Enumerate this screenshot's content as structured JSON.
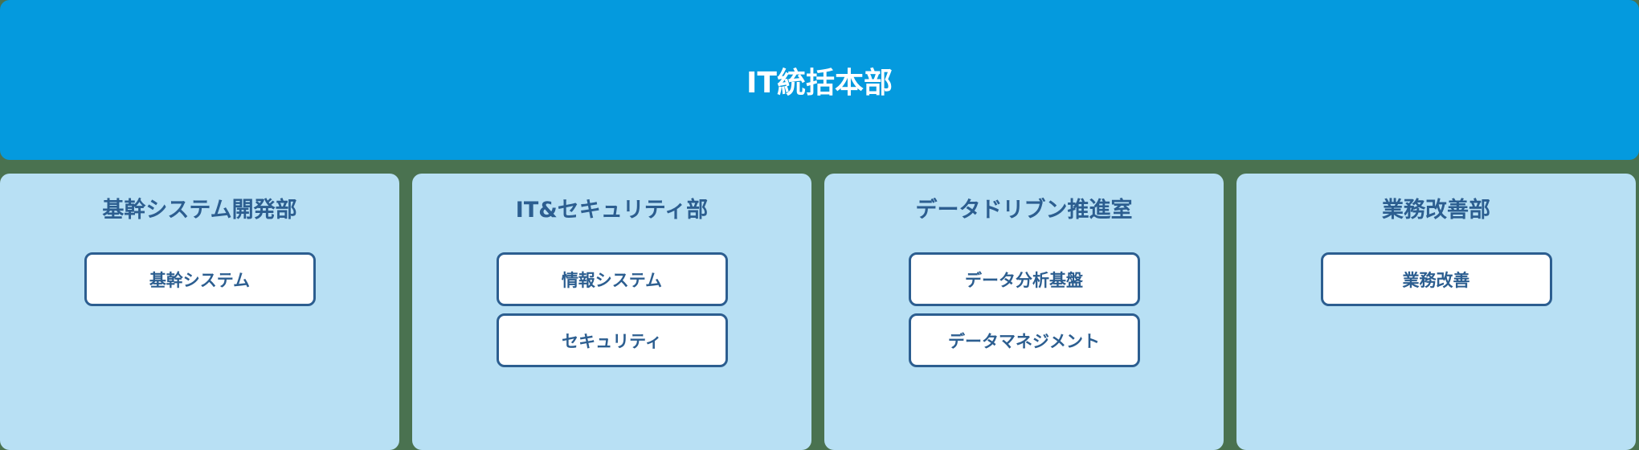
{
  "org_chart": {
    "root": {
      "label": "IT統括本部",
      "color": "#049ade",
      "text_color": "#ffffff"
    },
    "departments": [
      {
        "label": "基幹システム開発部",
        "units": [
          {
            "label": "基幹システム"
          }
        ]
      },
      {
        "label": "IT&セキュリティ部",
        "units": [
          {
            "label": "情報システム"
          },
          {
            "label": "セキュリティ"
          }
        ]
      },
      {
        "label": "データドリブン推進室",
        "units": [
          {
            "label": "データ分析基盤"
          },
          {
            "label": "データマネジメント"
          }
        ]
      },
      {
        "label": "業務改善部",
        "units": [
          {
            "label": "業務改善"
          }
        ]
      }
    ],
    "colors": {
      "background": "#4a7250",
      "panel": "#b8e0f4",
      "accent_text": "#2c5e90",
      "unit_fill": "#ffffff"
    }
  }
}
